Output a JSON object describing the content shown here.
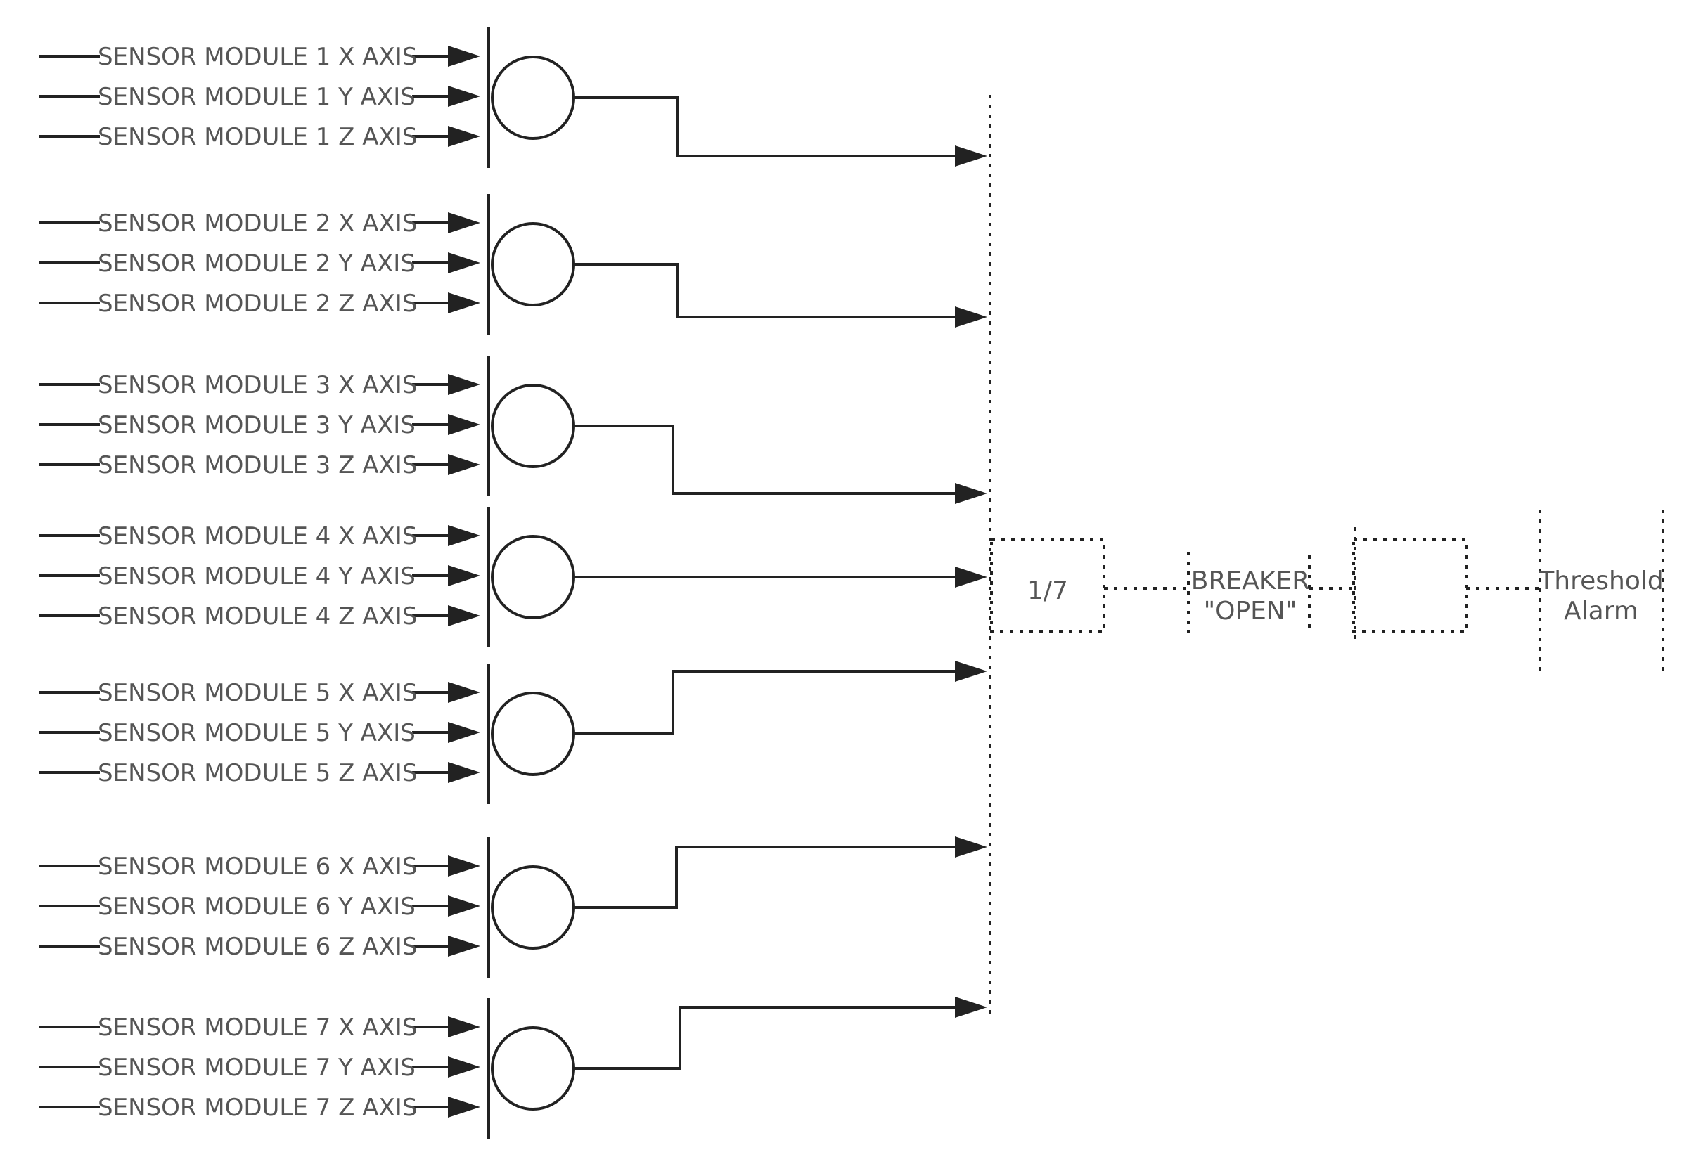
{
  "modules": [
    {
      "id": 1,
      "axes": [
        "SENSOR MODULE 1 X AXIS",
        "SENSOR MODULE 1 Y AXIS",
        "SENSOR MODULE 1 Z AXIS"
      ]
    },
    {
      "id": 2,
      "axes": [
        "SENSOR MODULE 2 X AXIS",
        "SENSOR MODULE 2 Y AXIS",
        "SENSOR MODULE 2 Z AXIS"
      ]
    },
    {
      "id": 3,
      "axes": [
        "SENSOR MODULE 3 X AXIS",
        "SENSOR MODULE 3 Y AXIS",
        "SENSOR MODULE 3 Z AXIS"
      ]
    },
    {
      "id": 4,
      "axes": [
        "SENSOR MODULE 4 X AXIS",
        "SENSOR MODULE 4 Y AXIS",
        "SENSOR MODULE 4 Z AXIS"
      ]
    },
    {
      "id": 5,
      "axes": [
        "SENSOR MODULE 5 X AXIS",
        "SENSOR MODULE 5 Y AXIS",
        "SENSOR MODULE 5 Z AXIS"
      ]
    },
    {
      "id": 6,
      "axes": [
        "SENSOR MODULE 6 X AXIS",
        "SENSOR MODULE 6 Y AXIS",
        "SENSOR MODULE 6 Z AXIS"
      ]
    },
    {
      "id": 7,
      "axes": [
        "SENSOR MODULE 7 X AXIS",
        "SENSOR MODULE 7 Y AXIS",
        "SENSOR MODULE 7 Z AXIS"
      ]
    }
  ],
  "logic": {
    "vote_label": "1/7",
    "breaker_line1": "BREAKER",
    "breaker_line2": "\"OPEN\"",
    "relay_label": "",
    "alarm_line1": "Threshold",
    "alarm_line2": "Alarm"
  }
}
